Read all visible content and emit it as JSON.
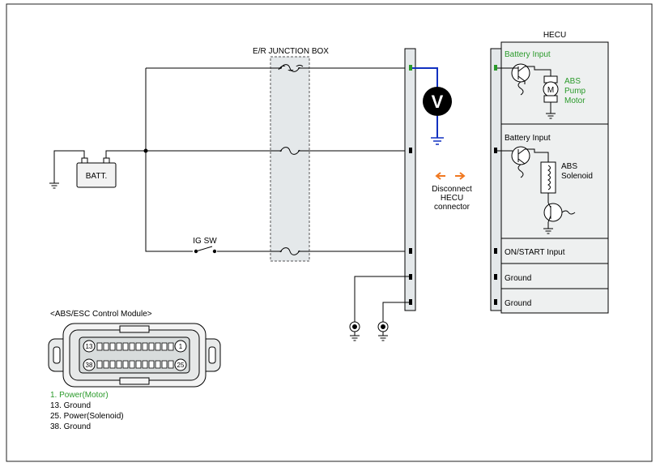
{
  "junction_box": {
    "title": "E/R JUNCTION BOX"
  },
  "battery": {
    "label": "BATT."
  },
  "ignition_switch": {
    "label": "IG SW"
  },
  "voltmeter": {
    "symbol": "V"
  },
  "disconnect_note": {
    "line1": "Disconnect",
    "line2": "HECU",
    "line3": "connector"
  },
  "hecu": {
    "title": "HECU",
    "pump_section": {
      "battery_input": "Battery Input",
      "motor_symbol": "M",
      "motor_label_1": "ABS",
      "motor_label_2": "Pump",
      "motor_label_3": "Motor"
    },
    "solenoid_section": {
      "battery_input": "Battery Input",
      "solenoid_label_1": "ABS",
      "solenoid_label_2": "Solenoid"
    },
    "on_start_input": "ON/START Input",
    "ground_1": "Ground",
    "ground_2": "Ground"
  },
  "control_module": {
    "title": "<ABS/ESC Control Module>",
    "pin_top_left": "13",
    "pin_top_right": "1",
    "pin_bottom_left": "38",
    "pin_bottom_right": "25"
  },
  "pin_legend": [
    "1. Power(Motor)",
    "13. Ground",
    "25. Power(Solenoid)",
    "38. Ground"
  ],
  "colors": {
    "highlight_green": "#2a9a2a",
    "measure_wire_blue": "#1030c0",
    "arrow_orange": "#f07820",
    "panel_fill": "#eef0f0",
    "line": "#000000"
  }
}
